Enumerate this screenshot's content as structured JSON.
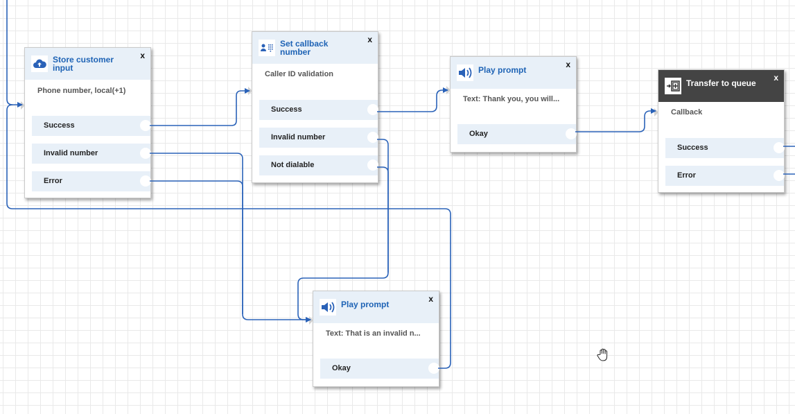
{
  "blocks": {
    "store_input": {
      "title_line1": "Store customer",
      "title_line2": "input",
      "close": "x",
      "icon": "cloud-upload-icon",
      "description": "Phone number, local(+1)",
      "branches": [
        "Success",
        "Invalid number",
        "Error"
      ]
    },
    "set_callback": {
      "title_line1": "Set callback",
      "title_line2": "number",
      "close": "x",
      "icon": "contact-keypad-icon",
      "description": "Caller ID validation",
      "branches": [
        "Success",
        "Invalid number",
        "Not dialable"
      ]
    },
    "play_prompt_1": {
      "title_line1": "Play prompt",
      "close": "x",
      "icon": "speaker-icon",
      "description": "Text: Thank you, you will...",
      "branches": [
        "Okay"
      ]
    },
    "transfer_queue": {
      "title_line1": "Transfer to queue",
      "close": "x",
      "icon": "transfer-queue-icon",
      "description": "Callback",
      "branches": [
        "Success",
        "Error"
      ]
    },
    "play_prompt_2": {
      "title_line1": "Play prompt",
      "close": "x",
      "icon": "speaker-icon",
      "description": "Text: That is an invalid n...",
      "branches": [
        "Okay"
      ]
    }
  },
  "colors": {
    "connector": "#2a62b8",
    "header_bg": "#e8f0f8",
    "title_blue": "#1e63b5",
    "dark_header": "#444444",
    "grid": "#e9e9e9"
  }
}
